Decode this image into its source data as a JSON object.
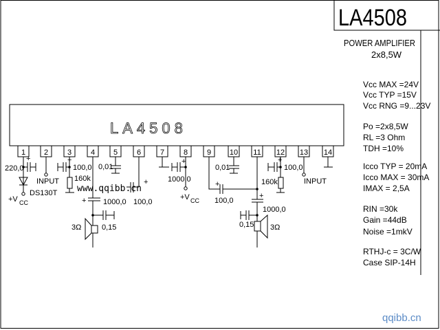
{
  "title": "LA4508",
  "subtitle": "POWER AMPLIFIER",
  "power_rating": "2x8,5W",
  "chip_label": "LA4508",
  "pins": [
    "1",
    "2",
    "3",
    "4",
    "5",
    "6",
    "7",
    "8",
    "9",
    "10",
    "11",
    "12",
    "13",
    "14"
  ],
  "components": {
    "c_pin1": "220,0",
    "diode": "DS130T",
    "vcc1_main": "+V",
    "vcc1_sub": "CC",
    "input_left": "INPUT",
    "c_pin3": "100,0",
    "r_pin3": "160k",
    "c_pin4_out": "1000,0",
    "c_pin4_snub": "0,15",
    "spk_left": "3Ω",
    "c_pin5": "0,01",
    "c_pin6": "100,0",
    "c_pin8": "1000,0",
    "vcc2_main": "+V",
    "vcc2_sub": "CC",
    "c_pin9": "100,0",
    "c_pin10": "0,01",
    "c_pin11_out": "1000,0",
    "c_pin11_snub": "0,15",
    "spk_right": "3Ω",
    "c_pin12": "100,0",
    "r_pin12": "160k",
    "input_right": "INPUT",
    "plus": "+"
  },
  "specs": [
    "Vcc MAX =24V",
    "Vcc TYP =15V",
    "Vcc RNG =9...23V",
    "Po =2x8,5W",
    "RL =3 Ohm",
    "TDH =10%",
    "Icco TYP = 20mA",
    "Icco MAX = 30mA",
    "IMAX =    2,5A",
    "RIN =30k",
    "Gain =44dB",
    "Noise =1mkV",
    "RTHJ-c = 3C/W",
    "Case SIP-14H"
  ],
  "watermark": "www.qqibb.cn",
  "footer": "qqibb.cn"
}
